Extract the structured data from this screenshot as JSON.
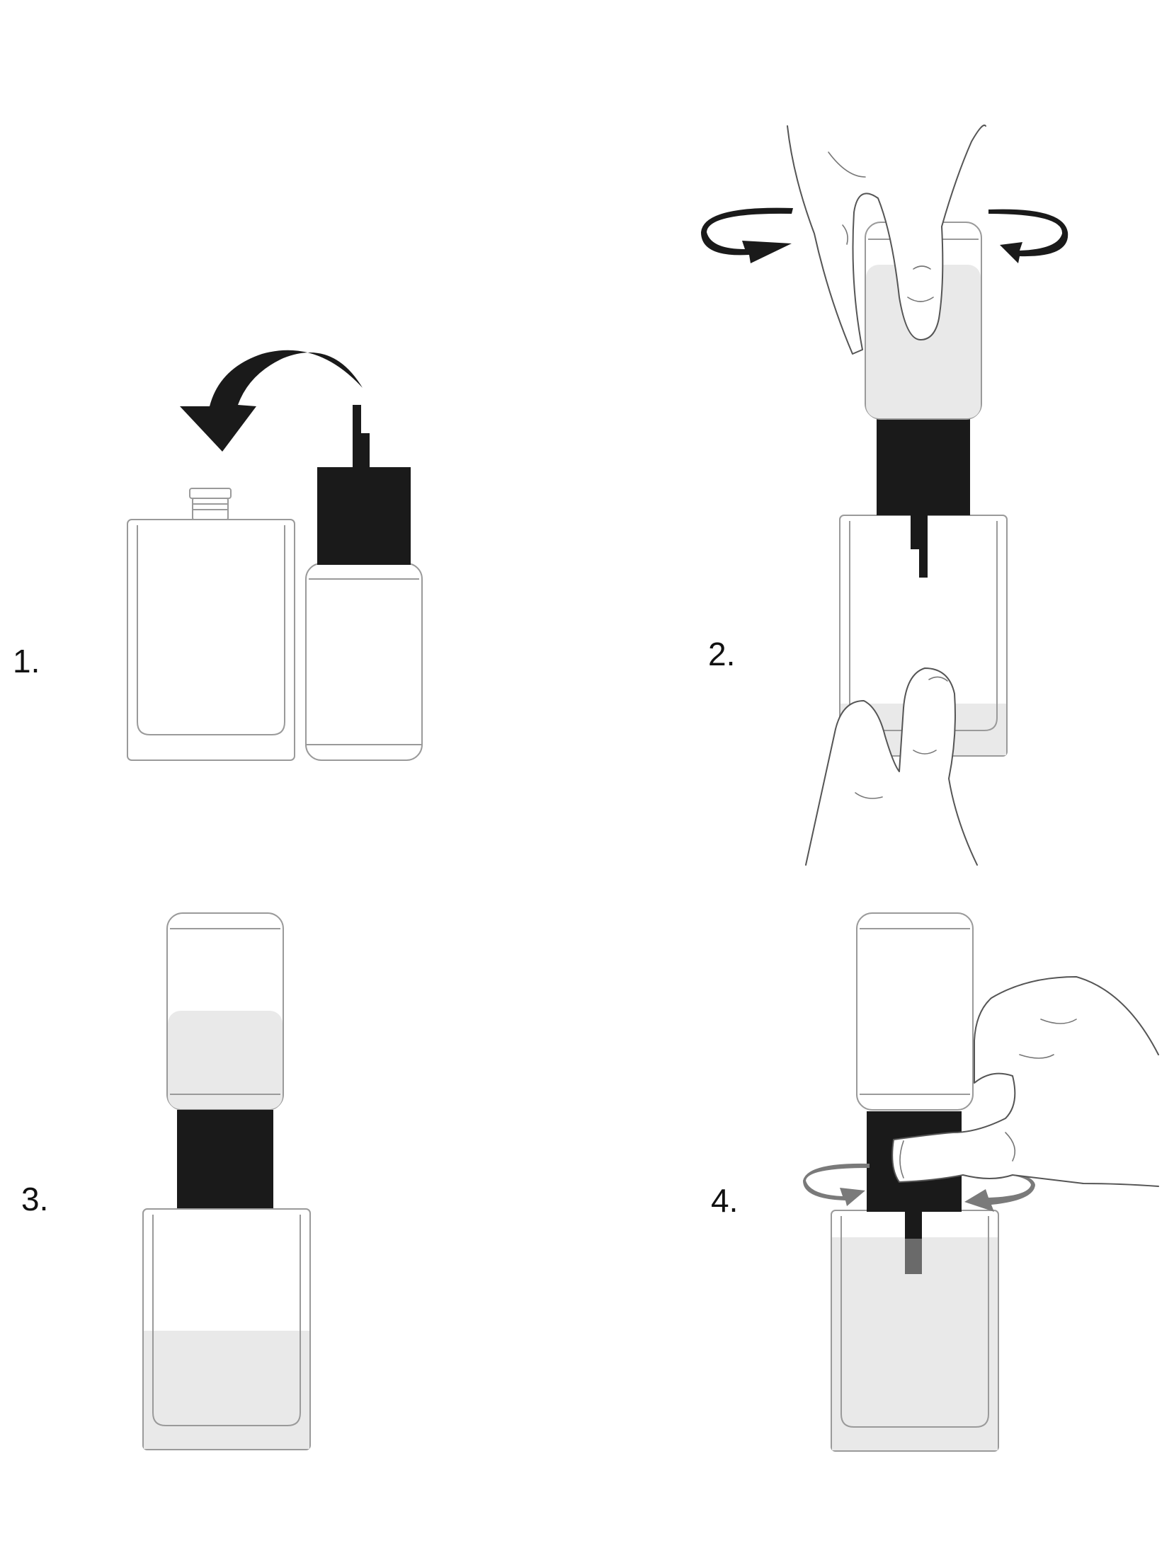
{
  "steps": [
    {
      "number": "1."
    },
    {
      "number": "2."
    },
    {
      "number": "3."
    },
    {
      "number": "4."
    }
  ],
  "colors": {
    "cap": "#1a1a1a",
    "liquid": "#e9e9e9",
    "outline": "#9a9a9a",
    "rotation_arrow_step2": "#1a1a1a",
    "rotation_arrow_step4": "#7a7a7a"
  },
  "icons": [
    "curved-pour-arrow-icon",
    "rotate-arrow-icon",
    "perfume-bottle-icon",
    "refill-bottle-icon",
    "hand-icon"
  ]
}
